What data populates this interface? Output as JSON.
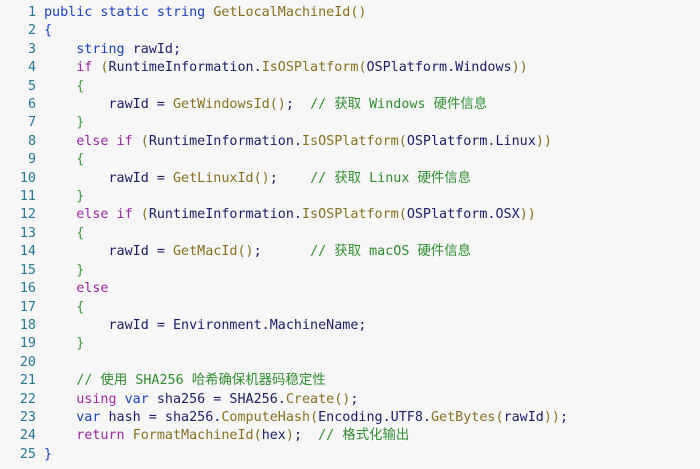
{
  "code_lines": [
    [
      [
        "kw",
        "public static string "
      ],
      [
        "fn",
        "GetLocalMachineId"
      ],
      [
        "p",
        "()"
      ]
    ],
    [
      [
        "b1",
        "{"
      ]
    ],
    [
      [
        "kw",
        "    string "
      ],
      [
        "id",
        "rawId;"
      ]
    ],
    [
      [
        "ctl",
        "    if "
      ],
      [
        "p",
        "("
      ],
      [
        "id",
        "RuntimeInformation."
      ],
      [
        "fn",
        "IsOSPlatform"
      ],
      [
        "p",
        "("
      ],
      [
        "id",
        "OSPlatform.Windows"
      ],
      [
        "p",
        "))"
      ]
    ],
    [
      [
        "b2",
        "    {"
      ]
    ],
    [
      [
        "id",
        "        rawId = "
      ],
      [
        "fn",
        "GetWindowsId"
      ],
      [
        "p",
        "()"
      ],
      [
        "id",
        ";  "
      ],
      [
        "cm",
        "// 获取 Windows 硬件信息"
      ]
    ],
    [
      [
        "b2",
        "    }"
      ]
    ],
    [
      [
        "ctl",
        "    else if "
      ],
      [
        "p",
        "("
      ],
      [
        "id",
        "RuntimeInformation."
      ],
      [
        "fn",
        "IsOSPlatform"
      ],
      [
        "p",
        "("
      ],
      [
        "id",
        "OSPlatform.Linux"
      ],
      [
        "p",
        "))"
      ]
    ],
    [
      [
        "b2",
        "    {"
      ]
    ],
    [
      [
        "id",
        "        rawId = "
      ],
      [
        "fn",
        "GetLinuxId"
      ],
      [
        "p",
        "()"
      ],
      [
        "id",
        ";    "
      ],
      [
        "cm",
        "// 获取 Linux 硬件信息"
      ]
    ],
    [
      [
        "b2",
        "    }"
      ]
    ],
    [
      [
        "ctl",
        "    else if "
      ],
      [
        "p",
        "("
      ],
      [
        "id",
        "RuntimeInformation."
      ],
      [
        "fn",
        "IsOSPlatform"
      ],
      [
        "p",
        "("
      ],
      [
        "id",
        "OSPlatform.OSX"
      ],
      [
        "p",
        "))"
      ]
    ],
    [
      [
        "b2",
        "    {"
      ]
    ],
    [
      [
        "id",
        "        rawId = "
      ],
      [
        "fn",
        "GetMacId"
      ],
      [
        "p",
        "()"
      ],
      [
        "id",
        ";      "
      ],
      [
        "cm",
        "// 获取 macOS 硬件信息"
      ]
    ],
    [
      [
        "b2",
        "    }"
      ]
    ],
    [
      [
        "ctl",
        "    else"
      ]
    ],
    [
      [
        "b2",
        "    {"
      ]
    ],
    [
      [
        "id",
        "        rawId = Environment.MachineName;"
      ]
    ],
    [
      [
        "b2",
        "    }"
      ]
    ],
    [],
    [
      [
        "cm",
        "    // 使用 SHA256 哈希确保机器码稳定性"
      ]
    ],
    [
      [
        "ctl",
        "    using "
      ],
      [
        "kw",
        "var "
      ],
      [
        "id",
        "sha256 = SHA256."
      ],
      [
        "fn",
        "Create"
      ],
      [
        "p",
        "()"
      ],
      [
        "id",
        ";"
      ]
    ],
    [
      [
        "kw",
        "    var "
      ],
      [
        "id",
        "hash = sha256."
      ],
      [
        "fn",
        "ComputeHash"
      ],
      [
        "p",
        "("
      ],
      [
        "id",
        "Encoding.UTF8."
      ],
      [
        "fn",
        "GetBytes"
      ],
      [
        "p",
        "("
      ],
      [
        "id",
        "rawId"
      ],
      [
        "p",
        "))"
      ],
      [
        "id",
        ";"
      ]
    ],
    [
      [
        "ctl",
        "    return "
      ],
      [
        "fn",
        "FormatMachineId"
      ],
      [
        "p",
        "("
      ],
      [
        "id",
        "hex"
      ],
      [
        "p",
        ")"
      ],
      [
        "id",
        ";  "
      ],
      [
        "cm",
        "// 格式化输出"
      ]
    ],
    [
      [
        "b1",
        "}"
      ]
    ]
  ]
}
